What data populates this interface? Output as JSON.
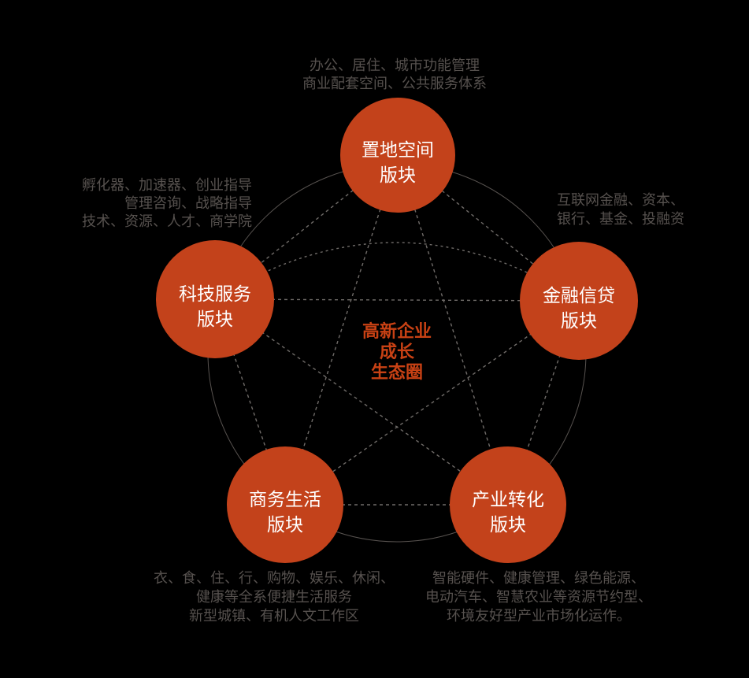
{
  "title": "高新企业成长生态圈",
  "colors": {
    "background": "#000000",
    "node_fill": "#C3421B",
    "node_text": "#FFFFFF",
    "center_text": "#C84114",
    "desc_text": "#56514E",
    "dashed_line": "#6F6B68",
    "ring_line": "#57524F"
  },
  "center": {
    "lines": [
      "高新企业",
      "成长",
      "生态圈"
    ]
  },
  "nodes": [
    {
      "id": "land-space",
      "position": "top",
      "label_line1": "置地空间",
      "label_line2": "版块",
      "desc": [
        "办公、居住、城市功能管理",
        "商业配套空间、公共服务体系"
      ]
    },
    {
      "id": "finance-credit",
      "position": "right",
      "label_line1": "金融信贷",
      "label_line2": "版块",
      "desc": [
        "互联网金融、资本、",
        "银行、基金、投融资"
      ]
    },
    {
      "id": "industry-transform",
      "position": "bottom-right",
      "label_line1": "产业转化",
      "label_line2": "版块",
      "desc": [
        "智能硬件、健康管理、绿色能源、",
        "电动汽车、智慧农业等资源节约型、",
        "环境友好型产业市场化运作。"
      ]
    },
    {
      "id": "business-life",
      "position": "bottom-left",
      "label_line1": "商务生活",
      "label_line2": "版块",
      "desc": [
        "衣、食、住、行、购物、娱乐、休闲、",
        "健康等全系便捷生活服务",
        "新型城镇、有机人文工作区"
      ]
    },
    {
      "id": "tech-service",
      "position": "left",
      "label_line1": "科技服务",
      "label_line2": "版块",
      "desc": [
        "孵化器、加速器、创业指导",
        "管理咨询、战略指导",
        "技术、资源、人才、商学院"
      ]
    }
  ]
}
